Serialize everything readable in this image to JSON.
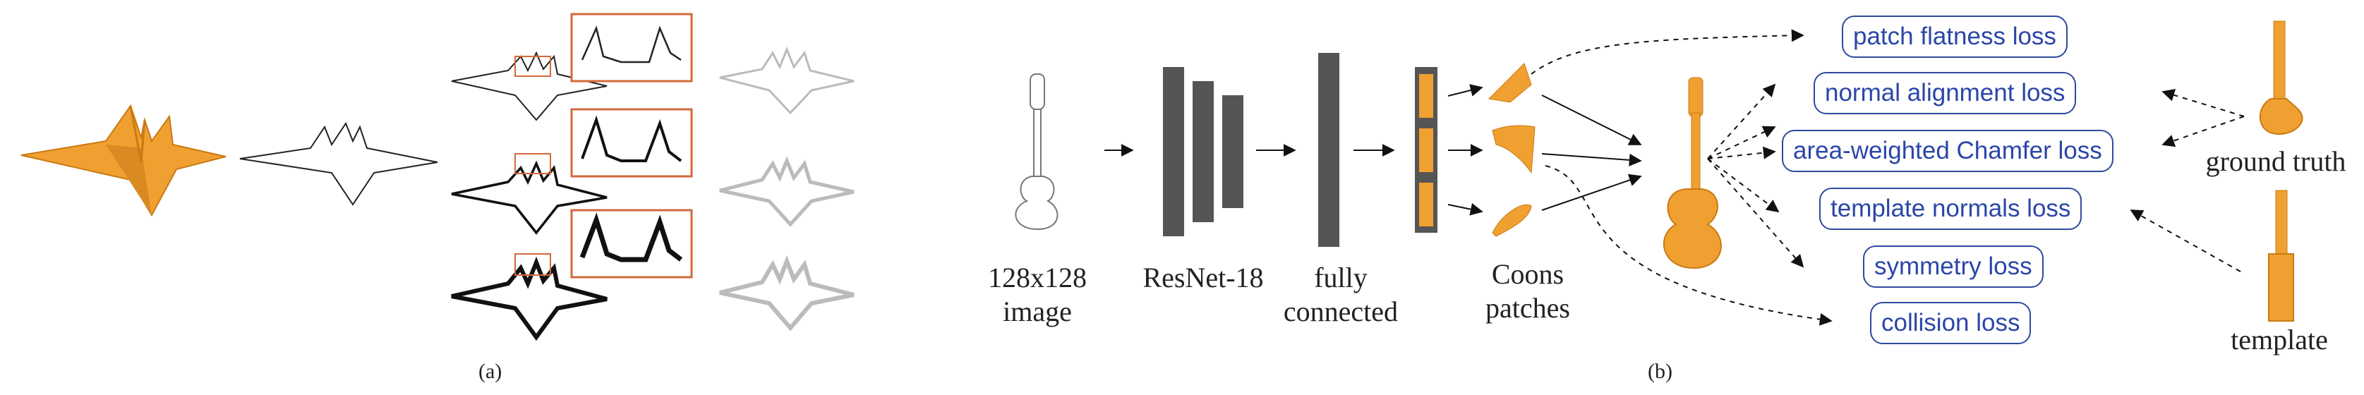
{
  "panel_a": {
    "caption": "(a)"
  },
  "panel_b": {
    "caption": "(b)",
    "stages": {
      "input": "128x128\nimage",
      "encoder": "ResNet-18",
      "fc": "fully\nconnected",
      "patches": "Coons\npatches"
    },
    "losses": [
      "patch flatness loss",
      "normal alignment loss",
      "area-weighted Chamfer loss",
      "template normals loss",
      "symmetry loss",
      "collision loss"
    ],
    "ground_truth": "ground truth",
    "template": "template"
  },
  "colors": {
    "shape_fill": "#f0a030",
    "shape_dark": "#c97a12",
    "block": "#555555",
    "loss_text": "#2b46a8",
    "loss_border": "#2e4a9e",
    "inset_border": "#d2693b"
  }
}
